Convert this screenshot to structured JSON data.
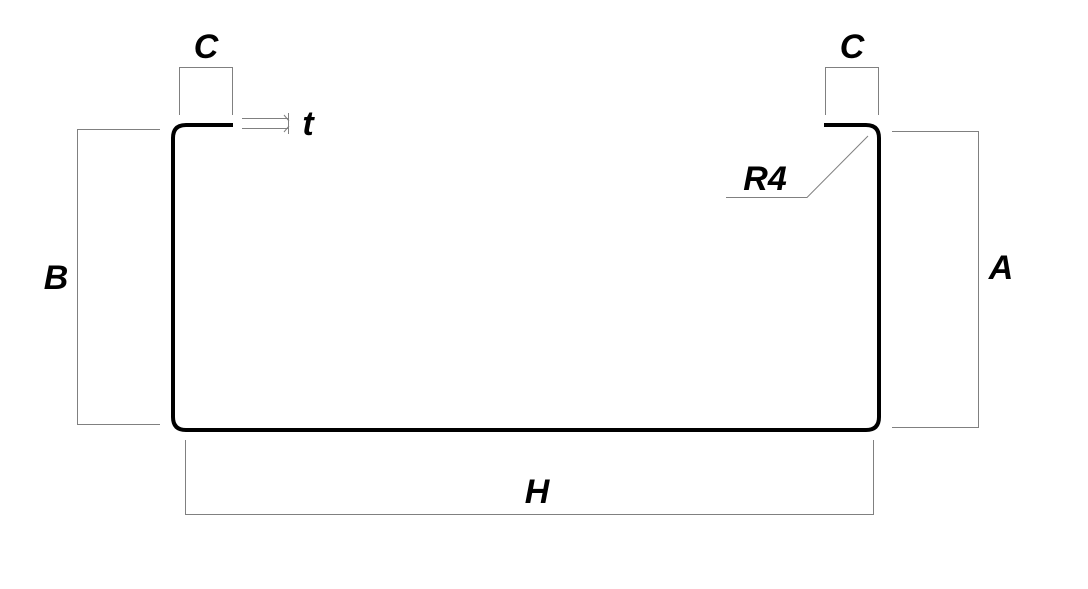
{
  "labels": {
    "c_left": "C",
    "c_right": "C",
    "thickness": "t",
    "radius": "R4",
    "b": "B",
    "a": "A",
    "h": "H"
  },
  "colors": {
    "profile": "#000000",
    "dimension": "#808080"
  }
}
